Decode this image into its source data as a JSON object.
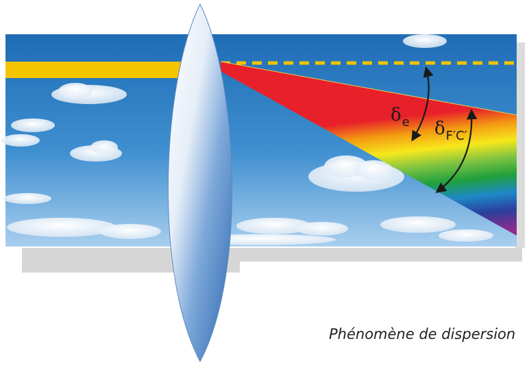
{
  "diagram": {
    "caption": "Phénomène de dispersion",
    "labels": {
      "delta_e": {
        "symbol": "δ",
        "subscript": "e"
      },
      "delta_fc": {
        "symbol": "δ",
        "subscript": "F′C′"
      }
    },
    "colors": {
      "sky_top": "#1d6fb8",
      "sky_bottom": "#8fc3e8",
      "incident_beam": "#f5c400",
      "lens_light": "#f4f8fc",
      "lens_dark": "#2e6fb5",
      "shadow": "#d9d9d9",
      "spectrum": [
        "#e8202a",
        "#f39c12",
        "#f7e81c",
        "#7cc242",
        "#1fa03c",
        "#1e88c8",
        "#2b3f9c",
        "#8e2a8e"
      ]
    },
    "icons": [
      "lens",
      "light-beam",
      "spectrum-fan",
      "angle-arrow"
    ]
  }
}
